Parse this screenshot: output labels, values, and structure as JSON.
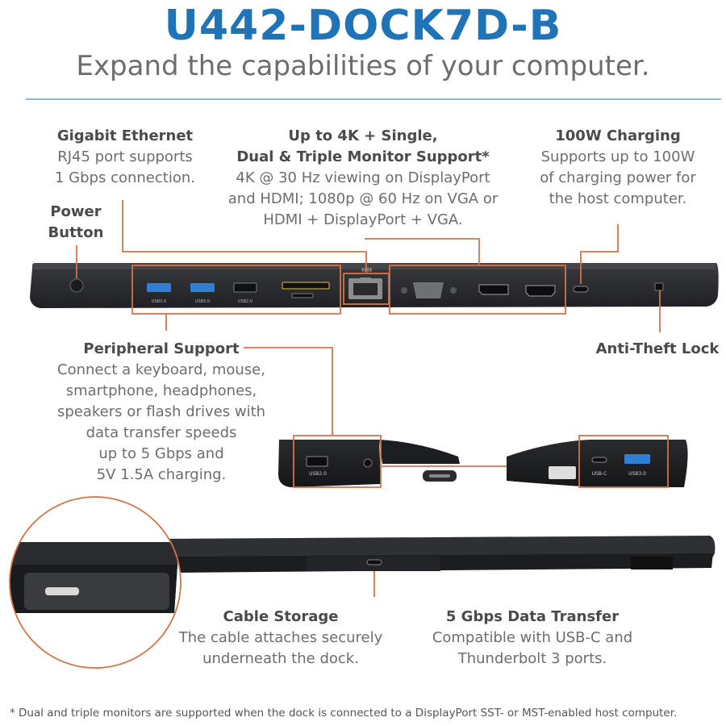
{
  "header": {
    "title": "U442-DOCK7D-B",
    "subtitle": "Expand the capabilities of your computer."
  },
  "callouts": {
    "ethernet": {
      "heading": "Gigabit Ethernet",
      "body": "RJ45 port supports\n1 Gbps connection."
    },
    "monitor": {
      "heading": "Up to 4K + Single,\nDual & Triple Monitor Support*",
      "body": "4K @ 30 Hz viewing on DisplayPort\nand HDMI; 1080p @ 60 Hz on VGA or\nHDMI + DisplayPort + VGA."
    },
    "charging": {
      "heading": "100W Charging",
      "body": "Supports up to 100W\nof charging power for\nthe host computer."
    },
    "power": {
      "heading": "Power\nButton"
    },
    "peripheral": {
      "heading": "Peripheral Support",
      "body": "Connect a keyboard, mouse,\nsmartphone, headphones,\nspeakers or flash drives with\ndata transfer speeds\nup to 5 Gbps and\n5V 1.5A charging."
    },
    "antitheft": {
      "heading": "Anti-Theft Lock"
    },
    "cable": {
      "heading": "Cable Storage",
      "body": "The cable attaches securely\nunderneath the dock."
    },
    "data": {
      "heading": "5 Gbps Data Transfer",
      "body": "Compatible with USB-C and\nThunderbolt 3 ports."
    }
  },
  "port_labels": {
    "usb3_a": "USB3.0",
    "usb3_b": "USB3.0",
    "usb2": "USB2.0",
    "side_usb2": "USB2.0",
    "side_usbc": "USB-C",
    "side_usb3": "USB3.0"
  },
  "footnote": "* Dual and triple monitors are supported when the dock is connected to a DisplayPort SST- or MST-enabled host computer.",
  "colors": {
    "title": "#1f74b8",
    "leader": "#d2744a",
    "dock": "#2b2c2f",
    "usb3": "#2f7fd6"
  }
}
